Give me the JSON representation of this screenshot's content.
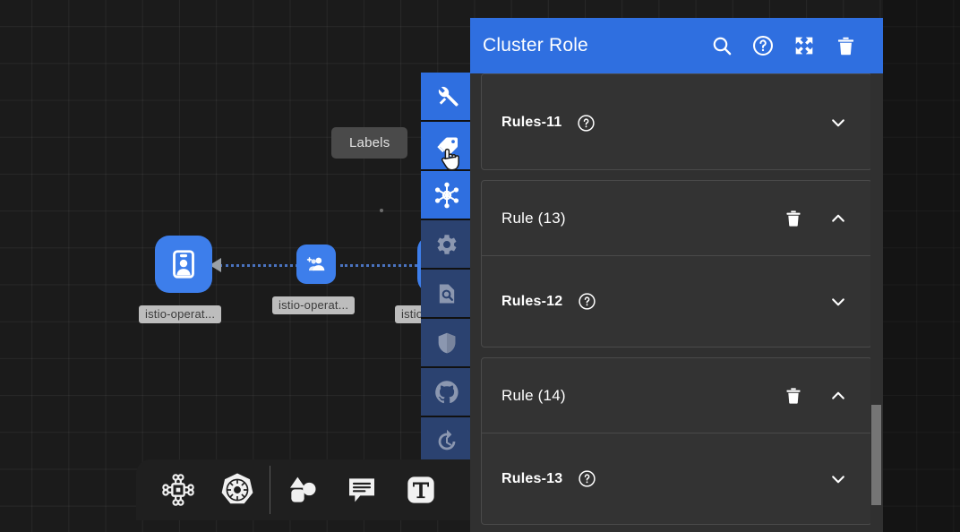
{
  "panel": {
    "title": "Cluster Role",
    "header_icons": [
      {
        "name": "search-icon",
        "label": "Search"
      },
      {
        "name": "help-circle-icon",
        "label": "Help"
      },
      {
        "name": "fullscreen-expand-icon",
        "label": "Expand"
      },
      {
        "name": "delete-trash-icon",
        "label": "Delete"
      }
    ],
    "cards": [
      {
        "type": "rules",
        "rows": [
          {
            "kind": "rules",
            "label": "Rules-11",
            "help_icon": "help-circle-icon",
            "toggle_icon": "chevron-down-icon"
          }
        ]
      },
      {
        "type": "rule-group",
        "rows": [
          {
            "kind": "rule",
            "label": "Rule (13)",
            "delete_icon": "delete-trash-icon",
            "toggle_icon": "chevron-up-icon"
          },
          {
            "kind": "rules",
            "label": "Rules-12",
            "help_icon": "help-circle-icon",
            "toggle_icon": "chevron-down-icon"
          }
        ]
      },
      {
        "type": "rule-group",
        "rows": [
          {
            "kind": "rule",
            "label": "Rule (14)",
            "delete_icon": "delete-trash-icon",
            "toggle_icon": "chevron-up-icon"
          },
          {
            "kind": "rules",
            "label": "Rules-13",
            "help_icon": "help-circle-icon",
            "toggle_icon": "chevron-down-icon"
          }
        ]
      }
    ],
    "scrollbar": {
      "name": "panel-scrollbar"
    }
  },
  "tooltip": {
    "text": "Labels"
  },
  "icon_rail": [
    {
      "name": "wrench-tools-icon",
      "state": "active"
    },
    {
      "name": "tag-labels-icon",
      "state": "active"
    },
    {
      "name": "network-nodes-icon",
      "state": "active"
    },
    {
      "name": "gear-settings-icon",
      "state": "dim"
    },
    {
      "name": "document-search-icon",
      "state": "dim"
    },
    {
      "name": "shield-security-icon",
      "state": "dim"
    },
    {
      "name": "github-icon",
      "state": "dim"
    },
    {
      "name": "history-revert-icon",
      "state": "dim"
    }
  ],
  "bottom_dock": [
    {
      "name": "circuit-chip-icon"
    },
    {
      "name": "kubernetes-helm-icon"
    },
    {
      "name": "shapes-icon"
    },
    {
      "name": "comment-note-icon"
    },
    {
      "name": "text-tool-icon"
    }
  ],
  "graph": {
    "nodes": [
      {
        "name": "node-cluster-role",
        "icon": "id-badge-icon",
        "label": "istio-operat..."
      },
      {
        "name": "node-service-account",
        "icon": "group-add-icon",
        "label": "istio-operat..."
      },
      {
        "name": "node-role-binding",
        "icon": "id-badge-icon",
        "label": "istio"
      }
    ]
  },
  "colors": {
    "accent_blue": "#2f6fe0",
    "node_blue": "#3d7eeb",
    "panel_bg": "#303030",
    "card_bg": "#333333",
    "canvas_bg": "#1b1b1b",
    "label_badge": "#bdbdbd",
    "scrollbar_thumb": "#757575"
  }
}
